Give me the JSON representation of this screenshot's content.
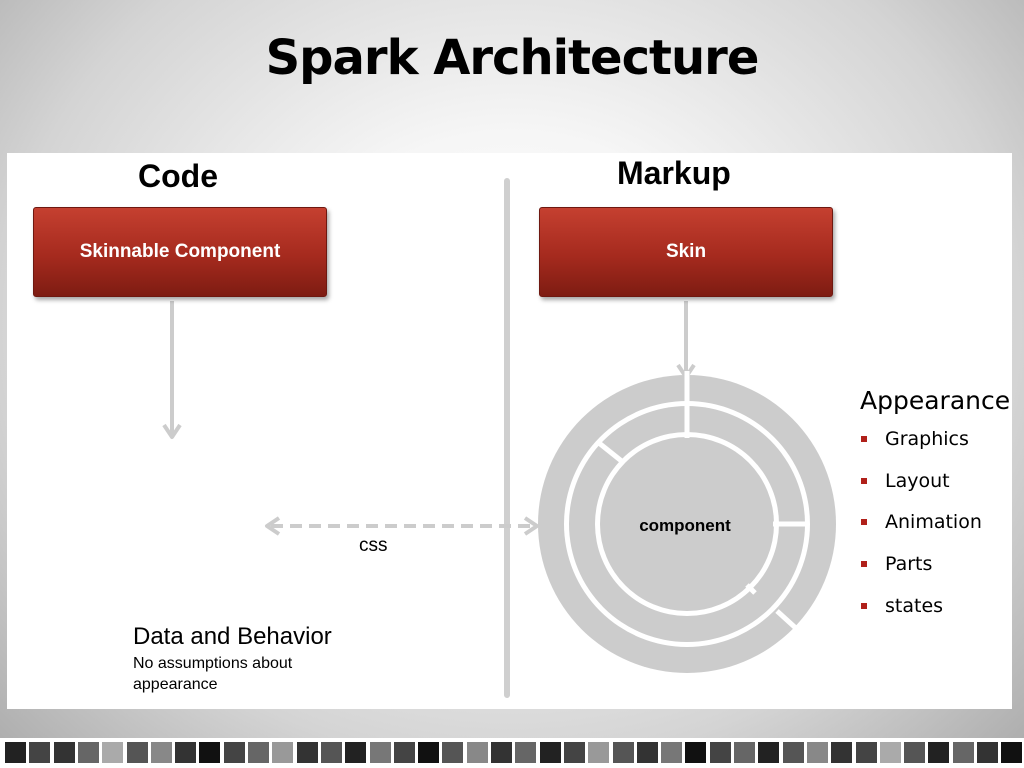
{
  "slide": {
    "title": "Spark Architecture"
  },
  "code": {
    "heading": "Code",
    "component_box": "Skinnable Component",
    "data_title": "Data and Behavior",
    "data_subtitle": "No assumptions about appearance"
  },
  "markup": {
    "heading": "Markup",
    "skin_box": "Skin",
    "component_label": "component"
  },
  "connector": {
    "css_label": "css"
  },
  "appearance": {
    "title": "Appearance",
    "items": [
      "Graphics",
      "Layout",
      "Animation",
      "Parts",
      "states"
    ]
  },
  "colors": {
    "accent_red": "#a52a1e",
    "ring_gray": "#cccccc",
    "bullet_red": "#b0201a"
  }
}
